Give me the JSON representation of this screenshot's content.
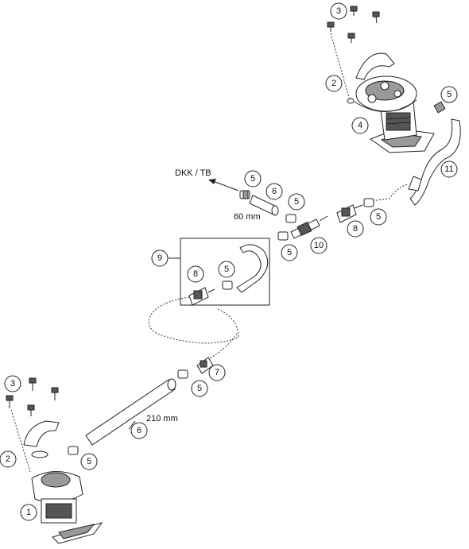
{
  "callouts": {
    "c1": "1",
    "c2_bottom": "2",
    "c2_top": "2",
    "c3_bottom": "3",
    "c3_top": "3",
    "c4": "4",
    "c5_top_right": "5",
    "c5_dkk": "5",
    "c5_after_6": "5",
    "c5_before_10": "5",
    "c5_right_of_10": "5",
    "c5_box": "5",
    "c5_lower_hose": "5",
    "c5_bottom_pump": "5",
    "c6_upper": "6",
    "c6_lower": "6",
    "c7": "7",
    "c8_right": "8",
    "c8_box": "8",
    "c9": "9",
    "c10": "10",
    "c11": "11"
  },
  "labels": {
    "dkk_tb": "DKK / TB",
    "len_60": "60 mm",
    "len_210": "210 mm"
  }
}
